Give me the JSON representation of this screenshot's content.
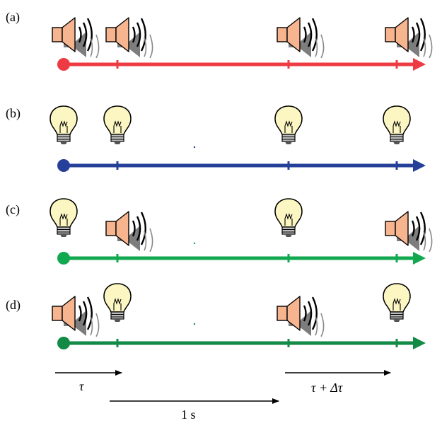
{
  "rows": [
    {
      "label": "(a)",
      "letter": "a",
      "color": "#ee3b43",
      "events": [
        {
          "type": "speaker"
        },
        {
          "type": "speaker"
        },
        {
          "type": "speaker"
        },
        {
          "type": "speaker"
        }
      ]
    },
    {
      "label": "(b)",
      "letter": "b",
      "color": "#26409a",
      "events": [
        {
          "type": "bulb"
        },
        {
          "type": "bulb"
        },
        {
          "type": "bulb"
        },
        {
          "type": "bulb"
        }
      ]
    },
    {
      "label": "(c)",
      "letter": "c",
      "color": "#12a84f",
      "events": [
        {
          "type": "bulb"
        },
        {
          "type": "speaker"
        },
        {
          "type": "bulb"
        },
        {
          "type": "speaker"
        }
      ]
    },
    {
      "label": "(d)",
      "letter": "d",
      "color": "#138a45",
      "events": [
        {
          "type": "speaker"
        },
        {
          "type": "bulb"
        },
        {
          "type": "speaker"
        },
        {
          "type": "bulb"
        }
      ]
    }
  ],
  "annotations": {
    "tau": "τ",
    "tau_plus": "τ + Δτ",
    "one_second": "1 s"
  },
  "colors": {
    "speaker_fill": "#f6b48f",
    "speaker_shadow": "#7d7d7d",
    "bulb_fill": "#fcf6c2",
    "arrow": "#000000"
  }
}
